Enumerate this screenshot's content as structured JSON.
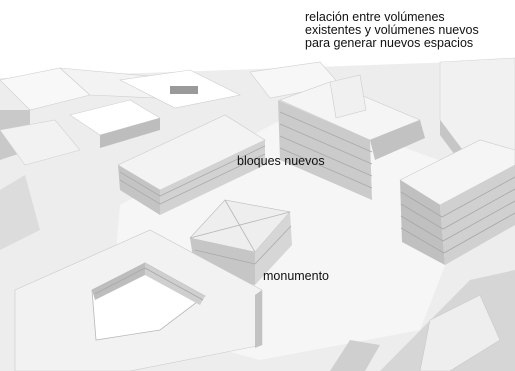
{
  "caption": {
    "lines": [
      "relación entre volúmenes",
      "existentes y volúmenes nuevos",
      "para generar nuevos espacios"
    ]
  },
  "labels": {
    "new_blocks": "bloques nuevos",
    "monument": "monumento"
  },
  "colors": {
    "background": "#ffffff",
    "ground": "#ededed",
    "roof": "#f4f4f4",
    "facade": "#c4c4c4",
    "shadow": "#b5b5b5",
    "text": "#111111"
  }
}
